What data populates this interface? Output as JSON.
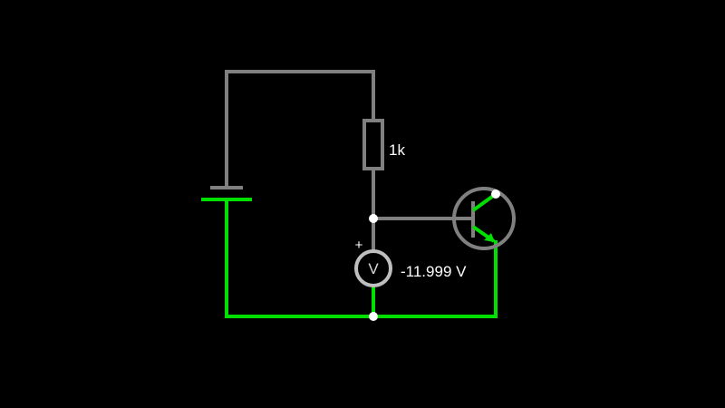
{
  "colors": {
    "background": "#000000",
    "wire_idle": "#808080",
    "wire_active": "#00e000",
    "label_text": "#ffffff",
    "node": "#ffffff"
  },
  "resistor": {
    "value_label": "1k"
  },
  "voltmeter": {
    "symbol": "V",
    "polarity_label": "+",
    "reading": "-11.999 V"
  },
  "transistor": {
    "type_icon": "npn-transistor-icon"
  },
  "battery": {
    "icon": "battery-icon"
  }
}
